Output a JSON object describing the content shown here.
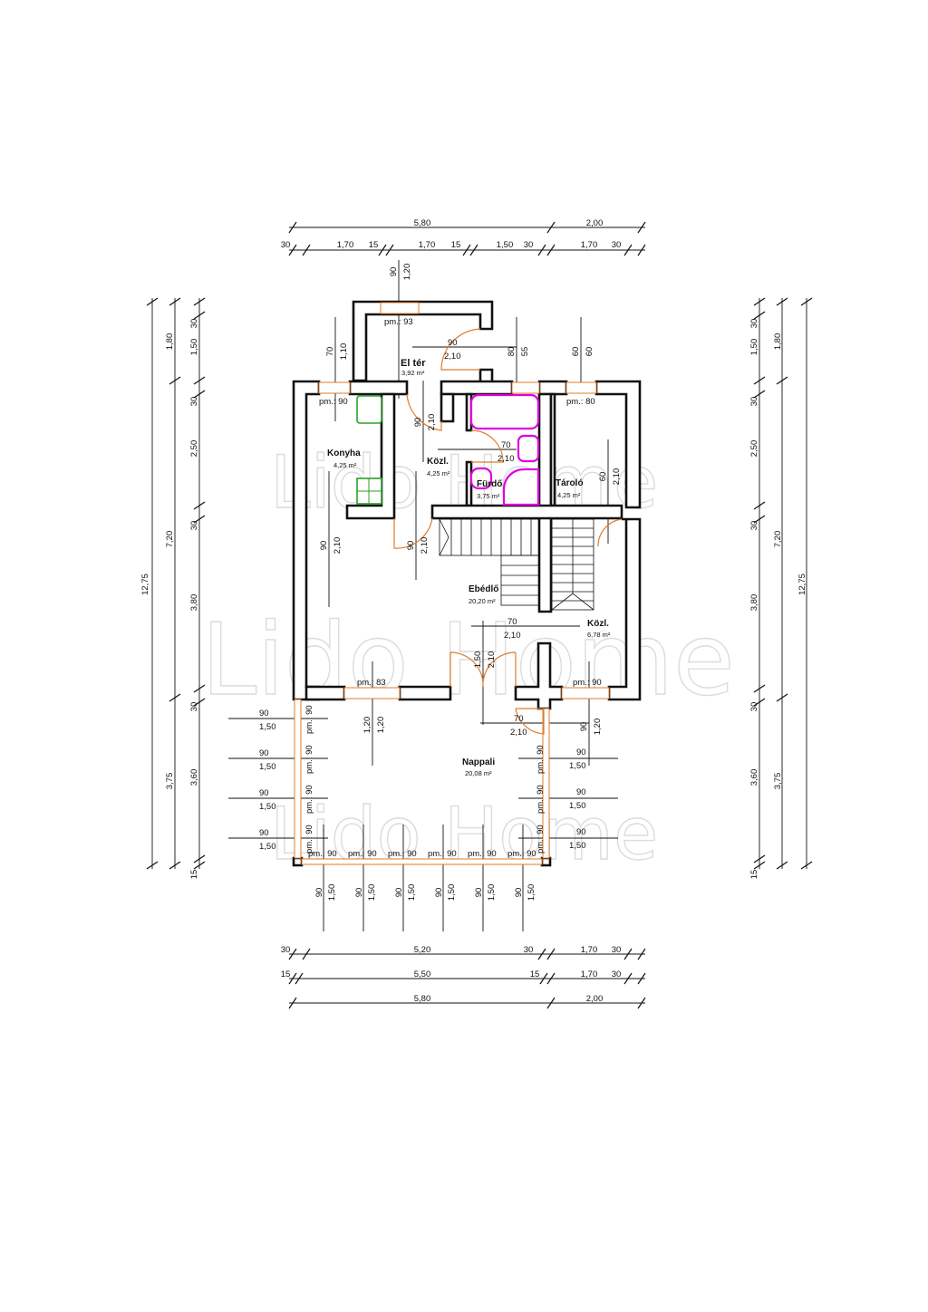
{
  "watermark": "Lido Home",
  "colors": {
    "wall": "#111111",
    "window": "#e07b2a",
    "sanitary": "#e000e0",
    "kitchen": "#2aa02a"
  },
  "rooms": [
    {
      "name": "El tér",
      "area": "3,92 m²"
    },
    {
      "name": "Konyha",
      "area": "4,25 m²"
    },
    {
      "name": "Közl.",
      "area": "4,25 m²"
    },
    {
      "name": "Fürdő",
      "area": "3,75 m²"
    },
    {
      "name": "Tároló",
      "area": "4,25 m²"
    },
    {
      "name": "Ebédlő",
      "area": "20,20 m²"
    },
    {
      "name": "Közl.",
      "area": "6,78 m²"
    },
    {
      "name": "Nappali",
      "area": "20,08 m²"
    }
  ],
  "windows": {
    "entry": "pm.: 93",
    "kitchen": "pm.: 90",
    "storage": "pm.: 80",
    "dining": "pm.: 83",
    "hall": "pm.: 90",
    "glass": "pm.: 90"
  },
  "dims_top": {
    "overall": [
      "5,80",
      "2,00"
    ],
    "detail": [
      "30",
      "1,70",
      "15",
      "1,70",
      "15",
      "1,50",
      "30",
      "1,70",
      "30"
    ]
  },
  "dims_bottom": {
    "row1": [
      "30",
      "5,20",
      "30",
      "1,70",
      "30"
    ],
    "row2": [
      "15",
      "5,50",
      "15",
      "1,70",
      "30"
    ],
    "row3": [
      "5,80",
      "2,00"
    ]
  },
  "dims_side": {
    "total": "12,75",
    "mid": [
      "1,80",
      "7,20",
      "3,75"
    ],
    "detail": [
      "30",
      "1,50",
      "30",
      "2,50",
      "30",
      "3,80",
      "30",
      "3,60",
      "15"
    ]
  },
  "openings": {
    "entry_window": [
      "90",
      "1,20"
    ],
    "kitchen_window": [
      "70",
      "1,10"
    ],
    "bath_window": [
      "80",
      "55"
    ],
    "storage_window": [
      "60",
      "60"
    ],
    "entry_door": [
      "90",
      "2,10"
    ],
    "hall_door": [
      "90",
      "2,10"
    ],
    "bath_door": [
      "70",
      "2,10"
    ],
    "kitchen_door": [
      "90",
      "2,10"
    ],
    "dining_door": [
      "90",
      "2,10"
    ],
    "storage_door": [
      "60",
      "2,10"
    ],
    "hall2_door": [
      "70",
      "2,10"
    ],
    "living_double_door": [
      "1,50",
      "2,10"
    ],
    "dining_window": [
      "1,20",
      "1,20"
    ],
    "hall_window": [
      "90",
      "1,20"
    ],
    "living_door": [
      "70",
      "2,10"
    ],
    "glass_panel": [
      "90",
      "1,50"
    ]
  }
}
